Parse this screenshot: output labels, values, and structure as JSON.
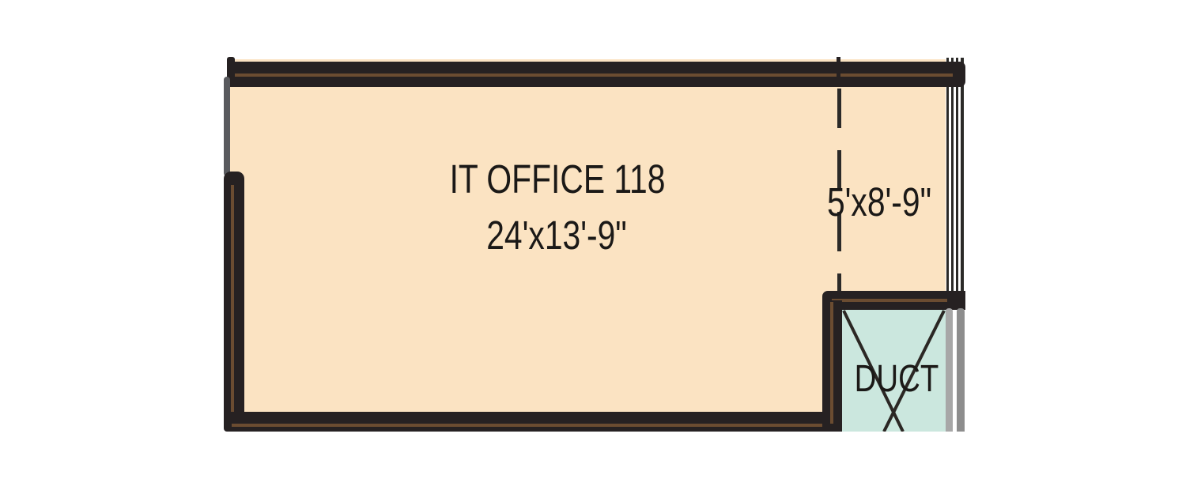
{
  "plan": {
    "room": {
      "name": "IT OFFICE 118",
      "dimensions": "24'x13'-9\""
    },
    "shaft": {
      "dimensions": "5'x8'-9\""
    },
    "duct": {
      "label": "DUCT"
    }
  },
  "colors": {
    "background": "#ffffff",
    "floor": "#fbe3c2",
    "duct-fill": "#cbe7de",
    "wall": "#262122",
    "wall-accent": "#6b4c31",
    "opening": "#595a5e",
    "mullion": "#2b2a28",
    "gray-light": "#a7a7a7",
    "gray-dark": "#8d8d8d",
    "label": "#1b1917"
  }
}
